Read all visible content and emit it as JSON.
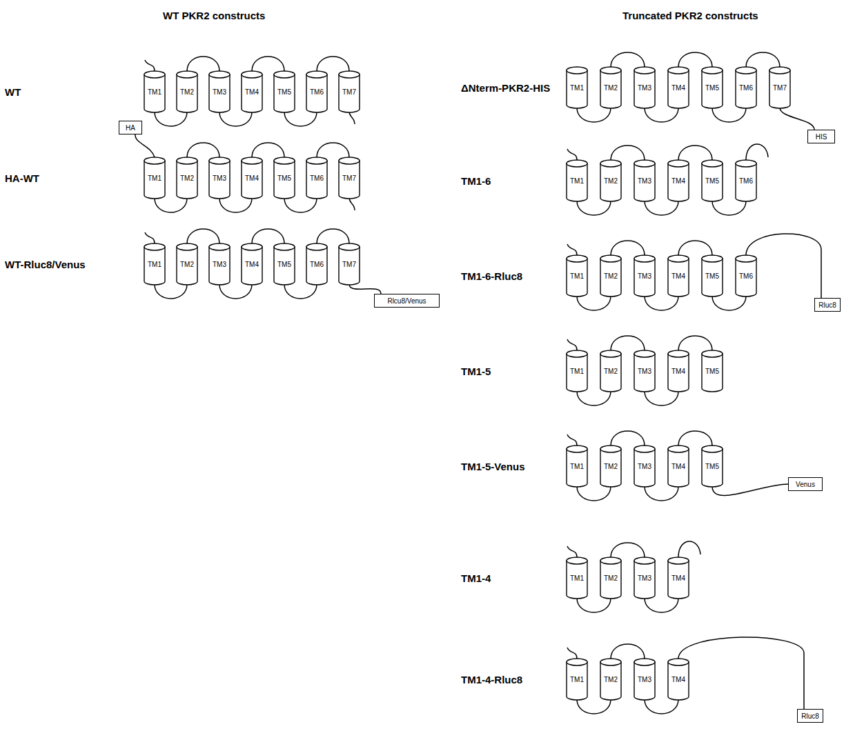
{
  "diagram": {
    "nodes": [
      {
        "text": [
          "TM1"
        ]
      },
      {
        "text": [
          "TM2"
        ]
      },
      {
        "text": [
          "TM3"
        ]
      },
      {
        "text": [
          "TM4"
        ]
      },
      {
        "text": [
          "TM5"
        ]
      },
      {
        "text": [
          "TM6"
        ]
      },
      {
        "text": [
          "TM7"
        ]
      },
      {
        "text": [
          "HA"
        ]
      },
      {
        "text": [
          "TM1"
        ]
      },
      {
        "text": [
          "TM2"
        ]
      },
      {
        "text": [
          "TM3"
        ]
      },
      {
        "text": [
          "TM4"
        ]
      },
      {
        "text": [
          "TM5"
        ]
      },
      {
        "text": [
          "TM6"
        ]
      },
      {
        "text": [
          "TM7"
        ]
      },
      {
        "text": [
          "TM1"
        ]
      },
      {
        "text": [
          "TM2"
        ]
      },
      {
        "text": [
          "TM3"
        ]
      },
      {
        "text": [
          "TM4"
        ]
      },
      {
        "text": [
          "TM5"
        ]
      },
      {
        "text": [
          "TM6"
        ]
      },
      {
        "text": [
          "TM7"
        ]
      },
      {
        "text": [
          "Rlcu8/Venus"
        ]
      },
      {
        "text": [
          "TM1"
        ]
      },
      {
        "text": [
          "TM2"
        ]
      },
      {
        "text": [
          "TM3"
        ]
      },
      {
        "text": [
          "TM4"
        ]
      },
      {
        "text": [
          "TM5"
        ]
      },
      {
        "text": [
          "TM6"
        ]
      },
      {
        "text": [
          "TM7"
        ]
      },
      {
        "text": [
          "HIS"
        ]
      },
      {
        "text": [
          "TM1"
        ]
      },
      {
        "text": [
          "TM2"
        ]
      },
      {
        "text": [
          "TM3"
        ]
      },
      {
        "text": [
          "TM4"
        ]
      },
      {
        "text": [
          "TM5"
        ]
      },
      {
        "text": [
          "TM6"
        ]
      },
      {
        "text": [
          "TM1"
        ]
      },
      {
        "text": [
          "TM2"
        ]
      },
      {
        "text": [
          "TM3"
        ]
      },
      {
        "text": [
          "TM4"
        ]
      },
      {
        "text": [
          "TM5"
        ]
      },
      {
        "text": [
          "TM6"
        ]
      },
      {
        "text": [
          "Rluc8"
        ]
      },
      {
        "text": [
          "TM1"
        ]
      },
      {
        "text": [
          "TM2"
        ]
      },
      {
        "text": [
          "TM3"
        ]
      },
      {
        "text": [
          "TM4"
        ]
      },
      {
        "text": [
          "TM5"
        ]
      },
      {
        "text": [
          "TM1"
        ]
      },
      {
        "text": [
          "TM2"
        ]
      },
      {
        "text": [
          "TM3"
        ]
      },
      {
        "text": [
          "TM4"
        ]
      },
      {
        "text": [
          "TM5"
        ]
      },
      {
        "text": [
          "Venus"
        ]
      },
      {
        "text": [
          "TM1"
        ]
      },
      {
        "text": [
          "TM2"
        ]
      },
      {
        "text": [
          "TM3"
        ]
      },
      {
        "text": [
          "TM4"
        ]
      },
      {
        "text": [
          "TM1"
        ]
      },
      {
        "text": [
          "TM2"
        ]
      },
      {
        "text": [
          "TM3"
        ]
      },
      {
        "text": [
          "TM4"
        ]
      },
      {
        "text": [
          "Rluc8"
        ]
      }
    ],
    "edges": [
      {
        "from": 0,
        "to": 1,
        "arrow": "none"
      },
      {
        "from": 1,
        "to": 2,
        "arrow": "none"
      },
      {
        "from": 2,
        "to": 3,
        "arrow": "none"
      },
      {
        "from": 3,
        "to": 4,
        "arrow": "none"
      },
      {
        "from": 4,
        "to": 5,
        "arrow": "none"
      },
      {
        "from": 5,
        "to": 6,
        "arrow": "none"
      },
      {
        "from": 7,
        "to": 8,
        "arrow": "none"
      },
      {
        "from": 8,
        "to": 9,
        "arrow": "none"
      },
      {
        "from": 9,
        "to": 10,
        "arrow": "none"
      },
      {
        "from": 10,
        "to": 11,
        "arrow": "none"
      },
      {
        "from": 11,
        "to": 12,
        "arrow": "none"
      },
      {
        "from": 12,
        "to": 13,
        "arrow": "none"
      },
      {
        "from": 13,
        "to": 14,
        "arrow": "none"
      },
      {
        "from": 15,
        "to": 16,
        "arrow": "none"
      },
      {
        "from": 16,
        "to": 17,
        "arrow": "none"
      },
      {
        "from": 17,
        "to": 18,
        "arrow": "none"
      },
      {
        "from": 18,
        "to": 19,
        "arrow": "none"
      },
      {
        "from": 19,
        "to": 20,
        "arrow": "none"
      },
      {
        "from": 20,
        "to": 21,
        "arrow": "none"
      },
      {
        "from": 21,
        "to": 22,
        "arrow": "none"
      },
      {
        "from": 23,
        "to": 24,
        "arrow": "none"
      },
      {
        "from": 24,
        "to": 25,
        "arrow": "none"
      },
      {
        "from": 25,
        "to": 26,
        "arrow": "none"
      },
      {
        "from": 26,
        "to": 27,
        "arrow": "none"
      },
      {
        "from": 27,
        "to": 28,
        "arrow": "none"
      },
      {
        "from": 28,
        "to": 29,
        "arrow": "none"
      },
      {
        "from": 29,
        "to": 30,
        "arrow": "none"
      },
      {
        "from": 31,
        "to": 32,
        "arrow": "none"
      },
      {
        "from": 32,
        "to": 33,
        "arrow": "none"
      },
      {
        "from": 33,
        "to": 34,
        "arrow": "none"
      },
      {
        "from": 34,
        "to": 35,
        "arrow": "none"
      },
      {
        "from": 35,
        "to": 36,
        "arrow": "none"
      },
      {
        "from": 37,
        "to": 38,
        "arrow": "none"
      },
      {
        "from": 38,
        "to": 39,
        "arrow": "none"
      },
      {
        "from": 39,
        "to": 40,
        "arrow": "none"
      },
      {
        "from": 40,
        "to": 41,
        "arrow": "none"
      },
      {
        "from": 41,
        "to": 42,
        "arrow": "none"
      },
      {
        "from": 42,
        "to": 43,
        "arrow": "none"
      },
      {
        "from": 44,
        "to": 45,
        "arrow": "none"
      },
      {
        "from": 45,
        "to": 46,
        "arrow": "none"
      },
      {
        "from": 46,
        "to": 47,
        "arrow": "none"
      },
      {
        "from": 47,
        "to": 48,
        "arrow": "none"
      },
      {
        "from": 49,
        "to": 50,
        "arrow": "none"
      },
      {
        "from": 50,
        "to": 51,
        "arrow": "none"
      },
      {
        "from": 51,
        "to": 52,
        "arrow": "none"
      },
      {
        "from": 52,
        "to": 53,
        "arrow": "none"
      },
      {
        "from": 53,
        "to": 54,
        "arrow": "none"
      },
      {
        "from": 55,
        "to": 56,
        "arrow": "none"
      },
      {
        "from": 56,
        "to": 57,
        "arrow": "none"
      },
      {
        "from": 57,
        "to": 58,
        "arrow": "none"
      },
      {
        "from": 59,
        "to": 60,
        "arrow": "none"
      },
      {
        "from": 60,
        "to": 61,
        "arrow": "none"
      },
      {
        "from": 61,
        "to": 62,
        "arrow": "none"
      },
      {
        "from": 62,
        "to": 63,
        "arrow": "none"
      }
    ],
    "labels": [
      "WT PKR2 constructs",
      "Truncated PKR2 constructs",
      "WT",
      "HA-WT",
      "WT-Rluc8/Venus",
      "ΔNterm-PKR2-HIS",
      "TM1-6",
      "TM1-6-Rluc8",
      "TM1-5",
      "TM1-5-Venus",
      "TM1-4",
      "TM1-4-Rluc8"
    ]
  }
}
